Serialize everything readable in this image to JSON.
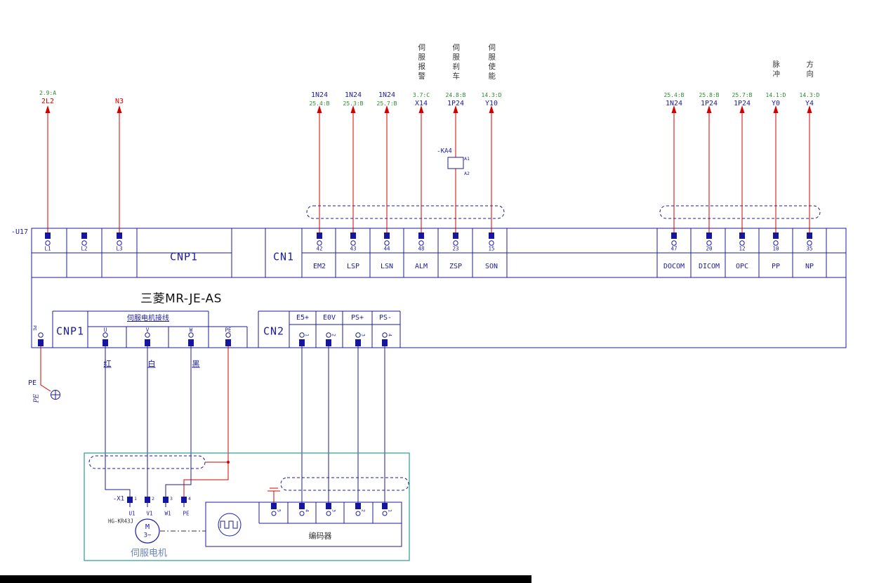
{
  "colors": {
    "wire_red": "#d40000",
    "schematic_navy": "#1c1c9e",
    "xref_green": "#2e8b2e",
    "motor_box_teal": "#2a9d8f"
  },
  "diagram": {
    "drive_tag": "-U17",
    "drive_model": "三菱MR-JE-AS",
    "cnp1_label": "CNP1",
    "cn1_label": "CN1",
    "cnp1_motor_label": "CNP1",
    "motor_wiring_title": "伺服电机接线",
    "cn2_label": "CN2"
  },
  "power_wires": {
    "l1": {
      "xref": "2.9:A",
      "net": "2L2",
      "pin": "L1"
    },
    "l2": {
      "pin": "L2"
    },
    "l3": {
      "net": "N3",
      "pin": "L3"
    }
  },
  "cn1_signals": [
    {
      "top": "1N24",
      "bottom": "25.4:B",
      "pin": "42",
      "name": "EM2"
    },
    {
      "top": "1N24",
      "bottom": "25.3:B",
      "pin": "43",
      "name": "LSP"
    },
    {
      "top": "1N24",
      "bottom": "25.7:B",
      "pin": "44",
      "name": "LSN"
    },
    {
      "top": "3.7:C",
      "bottom": "X14",
      "pin": "48",
      "name": "ALM",
      "function": "伺服报警"
    },
    {
      "top": "24.8:B",
      "bottom": "1P24",
      "pin": "23",
      "name": "ZSP",
      "function": "伺服刹车"
    },
    {
      "top": "14.3:D",
      "bottom": "Y10",
      "pin": "15",
      "name": "SON",
      "function": "伺服使能"
    },
    {
      "top": "25.4:B",
      "bottom": "1N24",
      "pin": "47",
      "name": "DOCOM"
    },
    {
      "top": "25.8:B",
      "bottom": "1P24",
      "pin": "20",
      "name": "DICOM"
    },
    {
      "top": "25.7:B",
      "bottom": "1P24",
      "pin": "12",
      "name": "OPC"
    },
    {
      "top": "14.1:D",
      "bottom": "Y0",
      "pin": "10",
      "name": "PP",
      "function": "脉冲"
    },
    {
      "top": "14.3:D",
      "bottom": "Y4",
      "pin": "35",
      "name": "NP",
      "function": "方向"
    }
  ],
  "relay": {
    "tag": "-KA4",
    "a1": "A1",
    "a2": "A2"
  },
  "motor_terminals": {
    "pe_side": "PE",
    "u": "U",
    "v": "V",
    "w": "W",
    "pe": "PE",
    "u_color": "红",
    "v_color": "白",
    "w_color": "黑"
  },
  "cn2": {
    "channels": [
      {
        "name": "E5+",
        "pin": "1"
      },
      {
        "name": "E0V",
        "pin": "2"
      },
      {
        "name": "PS+",
        "pin": "3"
      },
      {
        "name": "PS-",
        "pin": "4"
      }
    ]
  },
  "ground": {
    "label": "PE",
    "symbol_label": "PE"
  },
  "motor": {
    "connector_tag": "-X1",
    "pins": [
      {
        "num": "1",
        "label": "U1"
      },
      {
        "num": "2",
        "label": "V1"
      },
      {
        "num": "3",
        "label": "W1"
      },
      {
        "num": "4",
        "label": "PE"
      }
    ],
    "model": "HG-KR43J",
    "symbol_line1": "M",
    "symbol_line2": "3~",
    "caption": "伺服电机"
  },
  "encoder": {
    "caption": "编码器",
    "pins": [
      "5",
      "4",
      "3",
      "2",
      "1"
    ]
  }
}
